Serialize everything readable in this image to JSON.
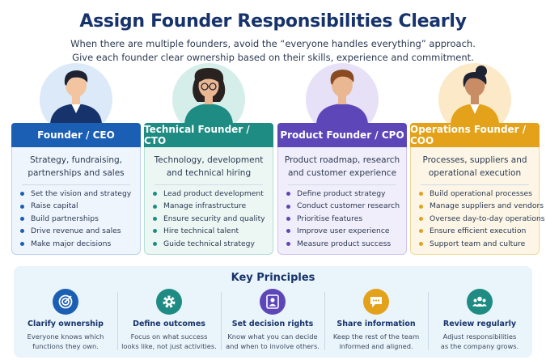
{
  "title": "Assign Founder Responsibilities Clearly",
  "subtitle_line1": "When there are multiple founders, avoid the “everyone handles everything” approach.",
  "subtitle_line2": "Give each founder clear ownership based on their skills, experience and commitment.",
  "founders": [
    {
      "role": "Founder / CEO",
      "description": "Strategy, fundraising, partnerships and sales",
      "color": "#1b5fb4",
      "bullets": [
        "Set the vision and strategy",
        "Raise capital",
        "Build partnerships",
        "Drive revenue and sales",
        "Make major decisions"
      ]
    },
    {
      "role": "Technical Founder / CTO",
      "description": "Technology, development and technical hiring",
      "color": "#1e8c82",
      "bullets": [
        "Lead product development",
        "Manage infrastructure",
        "Ensure security and quality",
        "Hire technical talent",
        "Guide technical strategy"
      ]
    },
    {
      "role": "Product Founder / CPO",
      "description": "Product roadmap, research and customer experience",
      "color": "#5d47b8",
      "bullets": [
        "Define product strategy",
        "Conduct customer research",
        "Prioritise features",
        "Improve user experience",
        "Measure product success"
      ]
    },
    {
      "role": "Operations Founder / COO",
      "description": "Processes, suppliers and operational execution",
      "color": "#e3a21a",
      "bullets": [
        "Build operational processes",
        "Manage suppliers and vendors",
        "Oversee day-to-day operations",
        "Ensure efficient execution",
        "Support team and culture"
      ]
    }
  ],
  "key_principles": {
    "title": "Key Principles",
    "items": [
      {
        "title": "Clarify ownership",
        "text_line1": "Everyone knows which",
        "text_line2": "functions they own.",
        "icon": "target-icon",
        "color": "#1b5fb4"
      },
      {
        "title": "Define outcomes",
        "text_line1": "Focus on what success",
        "text_line2": "looks like, not just activities.",
        "icon": "gear-icon",
        "color": "#1e8c82"
      },
      {
        "title": "Set decision rights",
        "text_line1": "Know what you can decide",
        "text_line2": "and when to involve others.",
        "icon": "person-icon",
        "color": "#5d47b8"
      },
      {
        "title": "Share information",
        "text_line1": "Keep the rest of the team",
        "text_line2": "informed and aligned.",
        "icon": "chat-bubble-icon",
        "color": "#e3a21a"
      },
      {
        "title": "Review regularly",
        "text_line1": "Adjust responsibilities",
        "text_line2": "as the company grows.",
        "icon": "team-icon",
        "color": "#1e8c82"
      }
    ]
  }
}
